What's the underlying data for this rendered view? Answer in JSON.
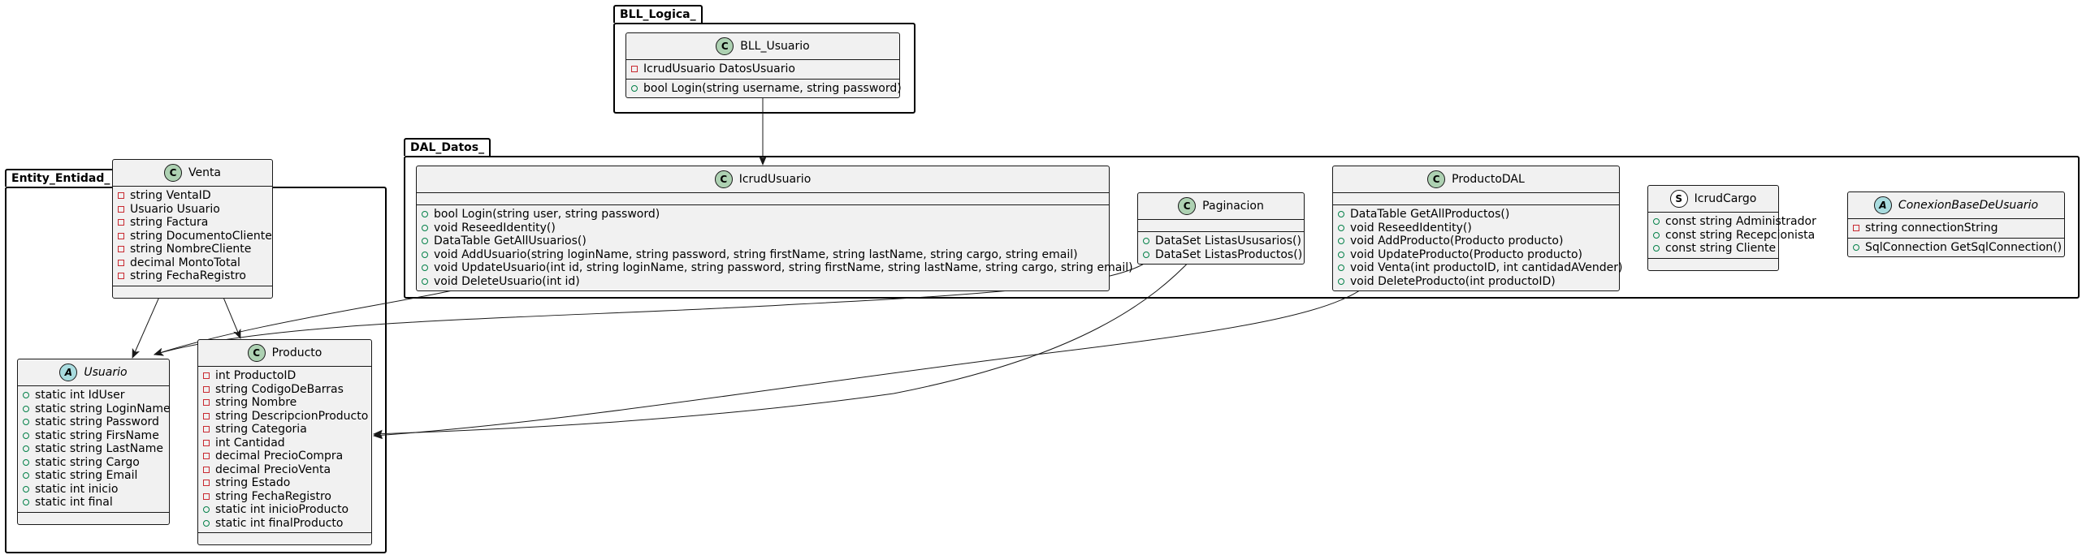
{
  "packages": {
    "bll": {
      "name": "BLL_Logica_"
    },
    "dal": {
      "name": "DAL_Datos_"
    },
    "entity": {
      "name": "Entity_Entidad_"
    }
  },
  "classes": {
    "bll_usuario": {
      "stereotype": "C",
      "kind": "class",
      "name": "BLL_Usuario",
      "fields": [
        {
          "vis": "-",
          "text": "IcrudUsuario DatosUsuario"
        }
      ],
      "methods": [
        {
          "vis": "+",
          "text": "bool Login(string username, string password)"
        }
      ]
    },
    "icrudusuario": {
      "stereotype": "C",
      "kind": "class",
      "name": "IcrudUsuario",
      "fields": [],
      "methods": [
        {
          "vis": "+",
          "text": "bool Login(string user, string password)"
        },
        {
          "vis": "+",
          "text": "void ReseedIdentity()"
        },
        {
          "vis": "+",
          "text": "DataTable GetAllUsuarios()"
        },
        {
          "vis": "+",
          "text": "void AddUsuario(string loginName, string password, string firstName, string lastName, string cargo, string email)"
        },
        {
          "vis": "+",
          "text": "void UpdateUsuario(int id, string loginName, string password, string firstName, string lastName, string cargo, string email)"
        },
        {
          "vis": "+",
          "text": "void DeleteUsuario(int id)"
        }
      ]
    },
    "paginacion": {
      "stereotype": "C",
      "kind": "class",
      "name": "Paginacion",
      "fields": [],
      "methods": [
        {
          "vis": "+",
          "text": "DataSet ListasUsusarios()"
        },
        {
          "vis": "+",
          "text": "DataSet ListasProductos()"
        }
      ]
    },
    "productodal": {
      "stereotype": "C",
      "kind": "class",
      "name": "ProductoDAL",
      "fields": [],
      "methods": [
        {
          "vis": "+",
          "text": "DataTable GetAllProductos()"
        },
        {
          "vis": "+",
          "text": "void ReseedIdentity()"
        },
        {
          "vis": "+",
          "text": "void AddProducto(Producto producto)"
        },
        {
          "vis": "+",
          "text": "void UpdateProducto(Producto producto)"
        },
        {
          "vis": "+",
          "text": "void Venta(int productoID, int cantidadAVender)"
        },
        {
          "vis": "+",
          "text": "void DeleteProducto(int productoID)"
        }
      ]
    },
    "icrudcargo": {
      "stereotype": "S",
      "kind": "struct",
      "name": "IcrudCargo",
      "fields": [
        {
          "vis": "+",
          "text": "const string Administrador"
        },
        {
          "vis": "+",
          "text": "const string Recepcionista"
        },
        {
          "vis": "+",
          "text": "const string Cliente"
        }
      ],
      "methods": []
    },
    "conexion": {
      "stereotype": "A",
      "kind": "abstract",
      "name": "ConexionBaseDeUsuario",
      "fields": [
        {
          "vis": "-",
          "text": "string connectionString"
        }
      ],
      "methods": [
        {
          "vis": "+",
          "text": "SqlConnection GetSqlConnection()"
        }
      ]
    },
    "venta": {
      "stereotype": "C",
      "kind": "class",
      "name": "Venta",
      "fields": [
        {
          "vis": "-",
          "text": "string VentaID"
        },
        {
          "vis": "-",
          "text": "Usuario Usuario"
        },
        {
          "vis": "-",
          "text": "string Factura"
        },
        {
          "vis": "-",
          "text": "string DocumentoCliente"
        },
        {
          "vis": "-",
          "text": "string NombreCliente"
        },
        {
          "vis": "-",
          "text": "decimal MontoTotal"
        },
        {
          "vis": "-",
          "text": "string FechaRegistro"
        }
      ],
      "methods": []
    },
    "usuario": {
      "stereotype": "A",
      "kind": "abstract",
      "name": "Usuario",
      "fields": [
        {
          "vis": "+",
          "text": "static int IdUser"
        },
        {
          "vis": "+",
          "text": "static string LoginName"
        },
        {
          "vis": "+",
          "text": "static string Password"
        },
        {
          "vis": "+",
          "text": "static string FirsName"
        },
        {
          "vis": "+",
          "text": "static string LastName"
        },
        {
          "vis": "+",
          "text": "static string Cargo"
        },
        {
          "vis": "+",
          "text": "static string Email"
        },
        {
          "vis": "+",
          "text": "static int inicio"
        },
        {
          "vis": "+",
          "text": "static int final"
        }
      ],
      "methods": []
    },
    "producto": {
      "stereotype": "C",
      "kind": "class",
      "name": "Producto",
      "fields": [
        {
          "vis": "-",
          "text": "int ProductoID"
        },
        {
          "vis": "-",
          "text": "string CodigoDeBarras"
        },
        {
          "vis": "-",
          "text": "string Nombre"
        },
        {
          "vis": "-",
          "text": "string DescripcionProducto"
        },
        {
          "vis": "-",
          "text": "string Categoria"
        },
        {
          "vis": "-",
          "text": "int Cantidad"
        },
        {
          "vis": "-",
          "text": "decimal PrecioCompra"
        },
        {
          "vis": "-",
          "text": "decimal PrecioVenta"
        },
        {
          "vis": "-",
          "text": "string Estado"
        },
        {
          "vis": "-",
          "text": "string FechaRegistro"
        },
        {
          "vis": "+",
          "text": "static int inicioProducto"
        },
        {
          "vis": "+",
          "text": "static int finalProducto"
        }
      ],
      "methods": []
    }
  },
  "colors": {
    "class_circle": "#add1b2",
    "abstract_circle": "#a9dcdf",
    "struct_circle": "#ffffff",
    "box_fill": "#f1f1f1",
    "public_marker": "#038048",
    "private_marker": "#c82930",
    "line": "#181818"
  }
}
